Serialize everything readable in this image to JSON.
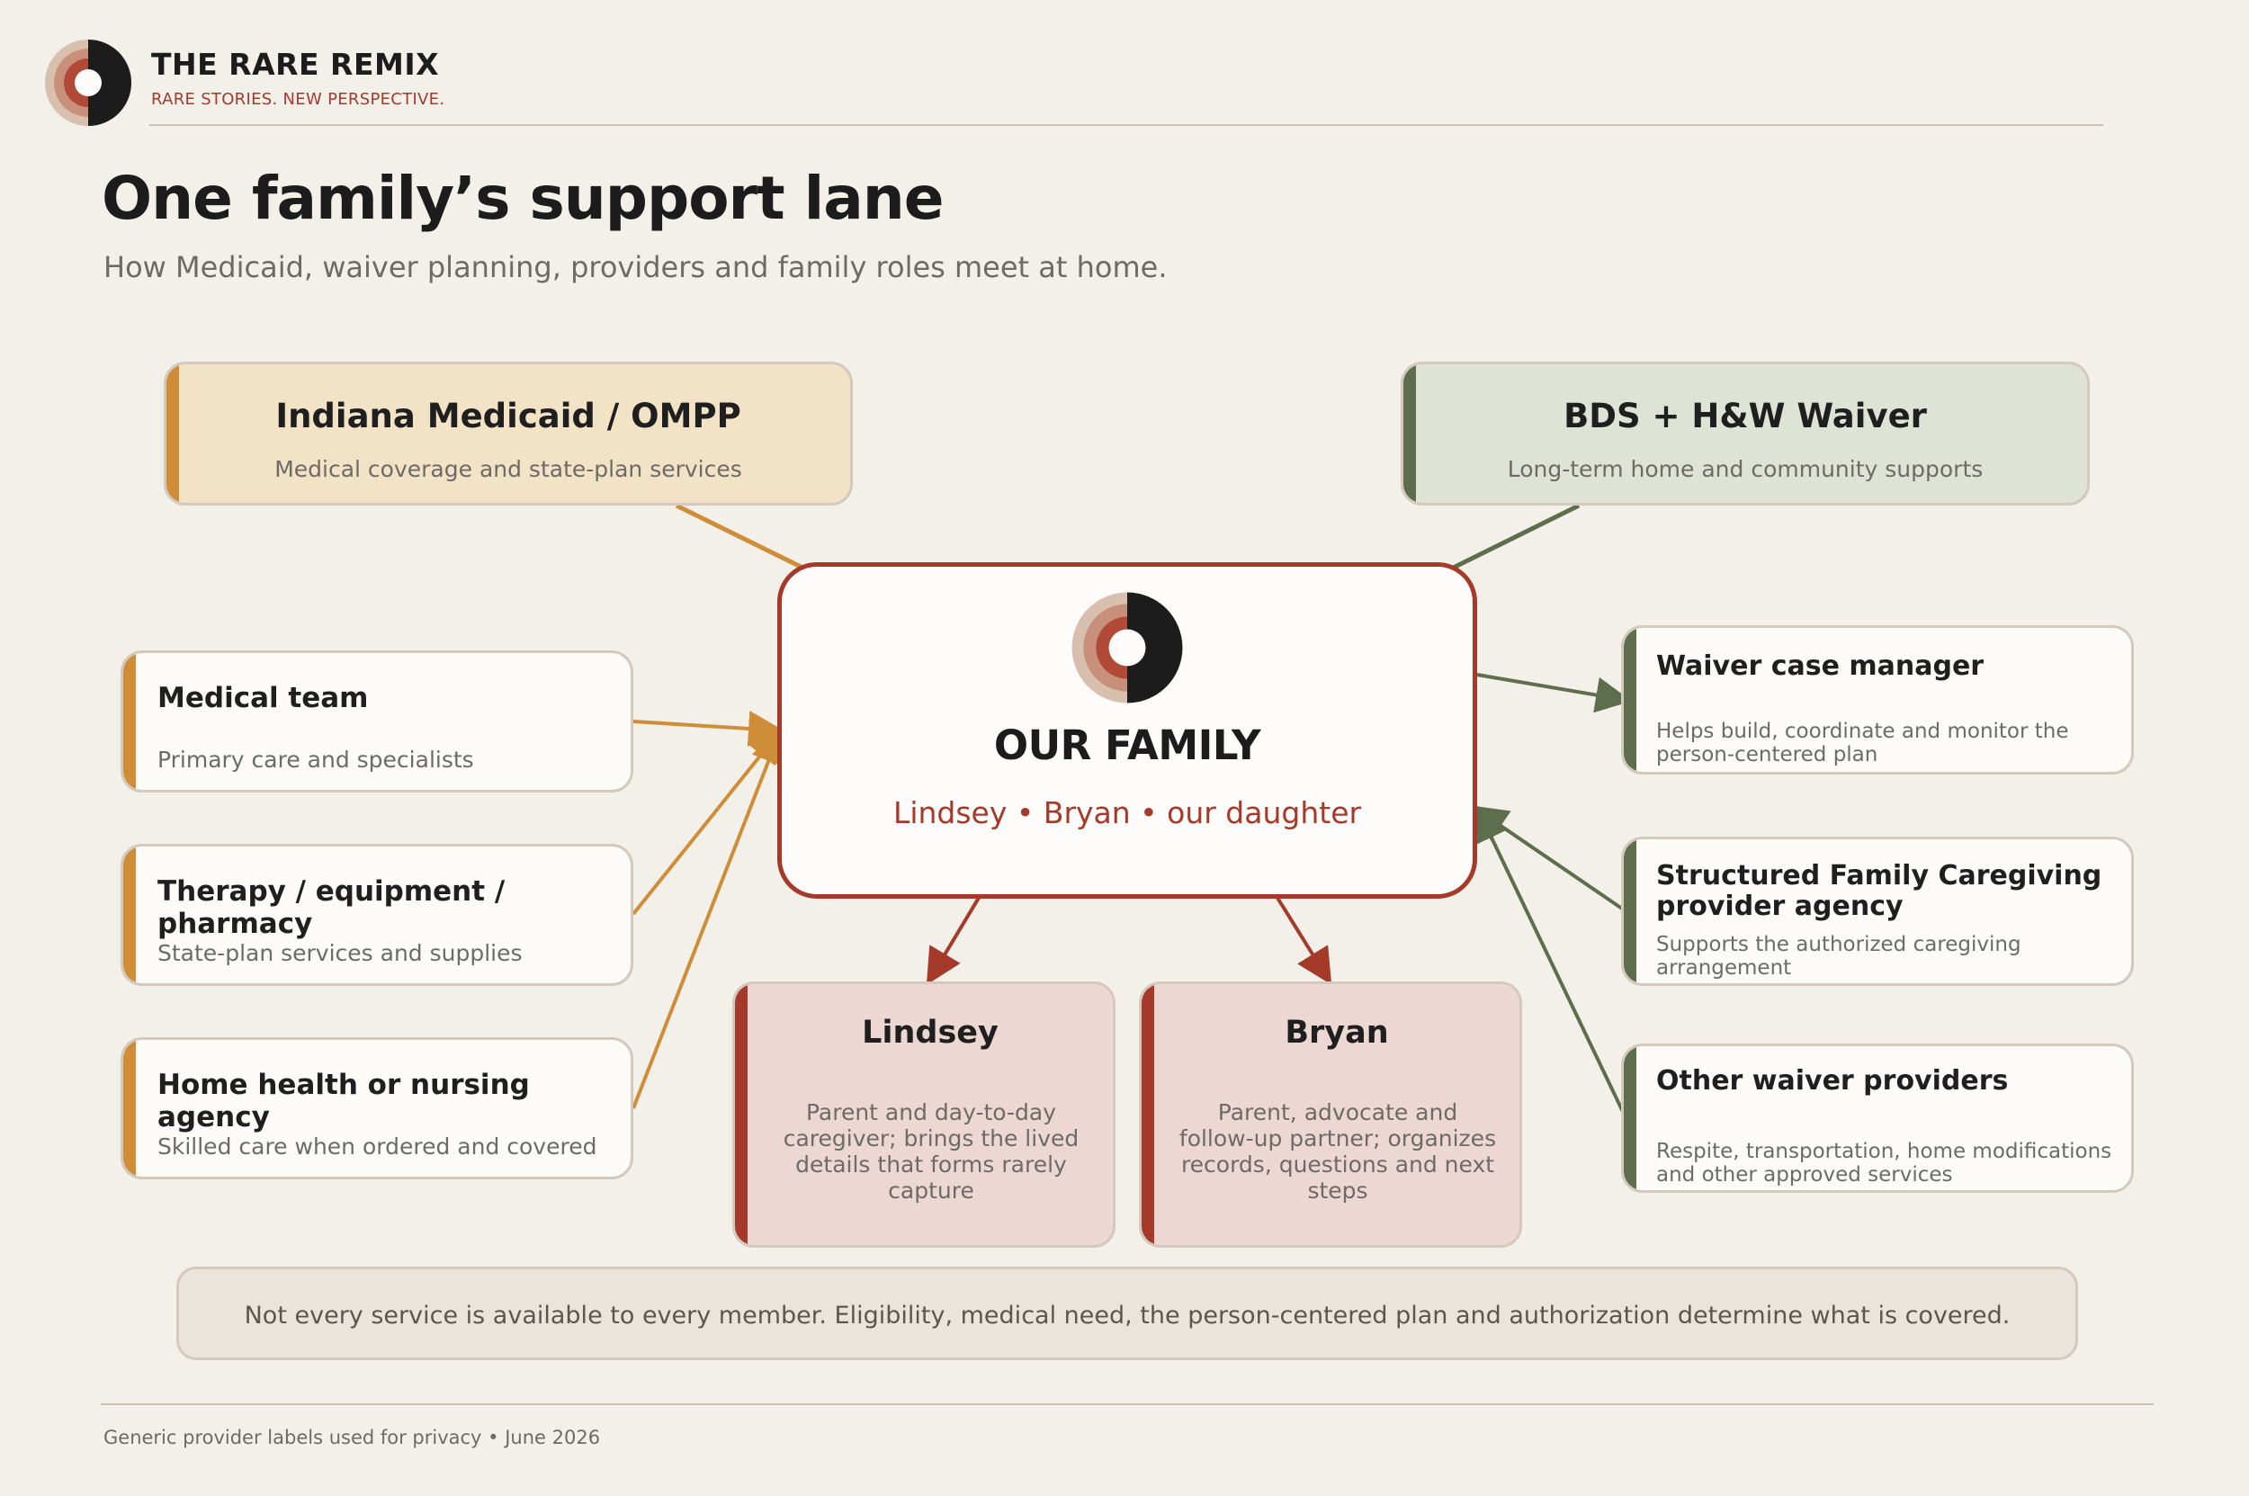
{
  "brand": {
    "name": "THE RARE REMIX",
    "tagline": "RARE STORIES. NEW PERSPECTIVE."
  },
  "title": "One family’s support lane",
  "subtitle": "How Medicaid, waiver planning, providers and family roles meet at home.",
  "center": {
    "title": "OUR FAMILY",
    "members": "Lindsey • Bryan • our daughter"
  },
  "top_boxes": [
    {
      "title": "Indiana Medicaid / OMPP",
      "subtitle": "Medical coverage and state-plan services"
    },
    {
      "title": "BDS + H&W Waiver",
      "subtitle": "Long-term home and community supports"
    }
  ],
  "left_boxes": [
    {
      "title": "Medical team",
      "subtitle": "Primary care and specialists"
    },
    {
      "title": "Therapy / equipment / pharmacy",
      "subtitle": "State-plan services and supplies"
    },
    {
      "title": "Home health or nursing agency",
      "subtitle": "Skilled care when ordered and covered"
    }
  ],
  "right_boxes": [
    {
      "title": "Waiver case manager",
      "subtitle": "Helps build, coordinate and monitor the person-centered plan"
    },
    {
      "title": "Structured Family Caregiving provider agency",
      "subtitle": "Supports the authorized caregiving arrangement"
    },
    {
      "title": "Other waiver providers",
      "subtitle": "Respite, transportation, home modifications and other approved services"
    }
  ],
  "people": [
    {
      "name": "Lindsey",
      "role": "Parent and day-to-day caregiver; brings the lived details that forms rarely capture"
    },
    {
      "name": "Bryan",
      "role": "Parent, advocate and follow-up partner; organizes records, questions and next steps"
    }
  ],
  "note": "Not every service is available to every member. Eligibility, medical need, the person-centered plan and authorization determine what is covered.",
  "footer": "Generic provider labels used for privacy • June 2026",
  "colors": {
    "background": "#f3efe9",
    "gold": "#cf8d37",
    "gold_fill": "#f2e2c6",
    "green": "#5e6e4c",
    "green_fill": "#dfe3d5",
    "red": "#a5392a",
    "pink_fill": "#ecd7d2"
  },
  "icons": [
    "rare-remix-logo-icon"
  ]
}
